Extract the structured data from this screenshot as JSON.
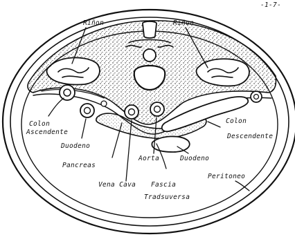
{
  "diagram": {
    "corner_mark": "-1-7-",
    "labels": {
      "rinon_left": "Riñon",
      "rinon_right": "Riñon",
      "colon_ascendente_1": "Colon",
      "colon_ascendente_2": "Ascendente",
      "colon_descendente_1": "Colon",
      "colon_descendente_2": "Descendente",
      "duodeno_left": "Duodeno",
      "duodeno_right": "Duodeno",
      "pancreas": "Pancreas",
      "aorta": "Aorta",
      "vena_cava": "Vena Cava",
      "fascia_1": "Fascia",
      "fascia_2": "Tradsuversa",
      "peritoneo": "Peritoneo"
    }
  }
}
